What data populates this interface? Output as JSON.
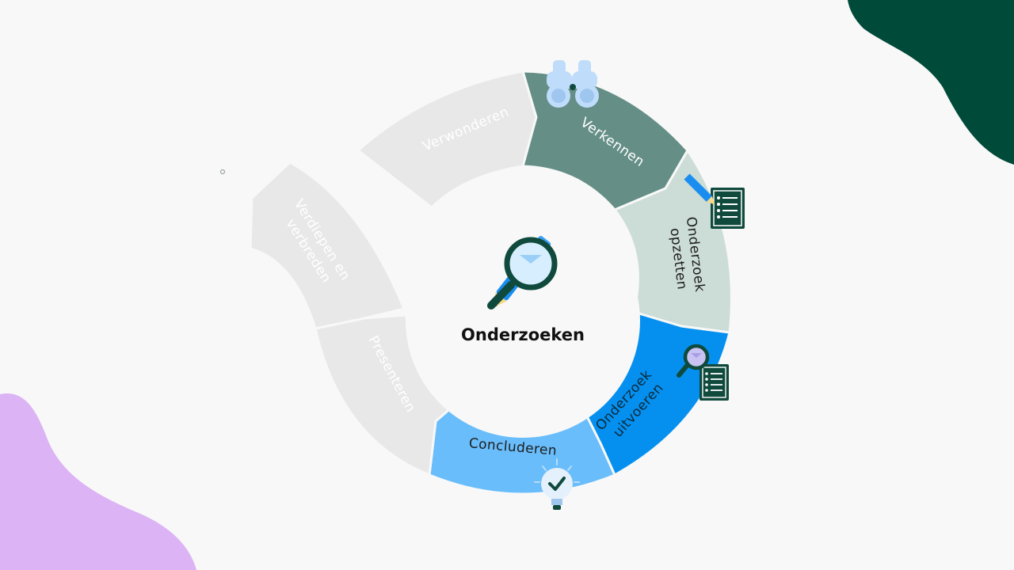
{
  "diagram": {
    "center": {
      "title": "Onderzoeken",
      "icon": "magnifier-pencil-icon"
    },
    "segments": [
      {
        "id": "verwonderen",
        "label_lines": [
          "Verwonderen"
        ],
        "color": "#e8e8e8",
        "text_color": "#ffffff",
        "state": "inactive"
      },
      {
        "id": "verkennen",
        "label_lines": [
          "Verkennen"
        ],
        "color": "#658f86",
        "text_color": "#ffffff",
        "state": "active",
        "icon": "binoculars-icon"
      },
      {
        "id": "onderzoek-opzetten",
        "label_lines": [
          "Onderzoek",
          "opzetten"
        ],
        "color": "#ccdcd6",
        "text_color": "#1d1d1d",
        "state": "active",
        "icon": "checklist-pencil-icon"
      },
      {
        "id": "onderzoek-uitvoeren",
        "label_lines": [
          "Onderzoek",
          "uitvoeren"
        ],
        "color": "#0590ef",
        "text_color": "#0a2a3a",
        "state": "active",
        "icon": "magnifier-checklist-icon"
      },
      {
        "id": "concluderen",
        "label_lines": [
          "Concluderen"
        ],
        "color": "#69bdfb",
        "text_color": "#1d1d1d",
        "state": "active",
        "icon": "lightbulb-check-icon"
      },
      {
        "id": "presenteren",
        "label_lines": [
          "Presenteren"
        ],
        "color": "#e8e8e8",
        "text_color": "#ffffff",
        "state": "inactive"
      },
      {
        "id": "verdiepen-en-verbreden",
        "label_lines": [
          "Verdiepen en",
          "verbreden"
        ],
        "color": "#e8e8e8",
        "text_color": "#ffffff",
        "state": "inactive"
      }
    ],
    "decor": {
      "top_right_blob_color": "#004a3a",
      "bottom_left_blob_color": "#dcb3f5"
    }
  }
}
